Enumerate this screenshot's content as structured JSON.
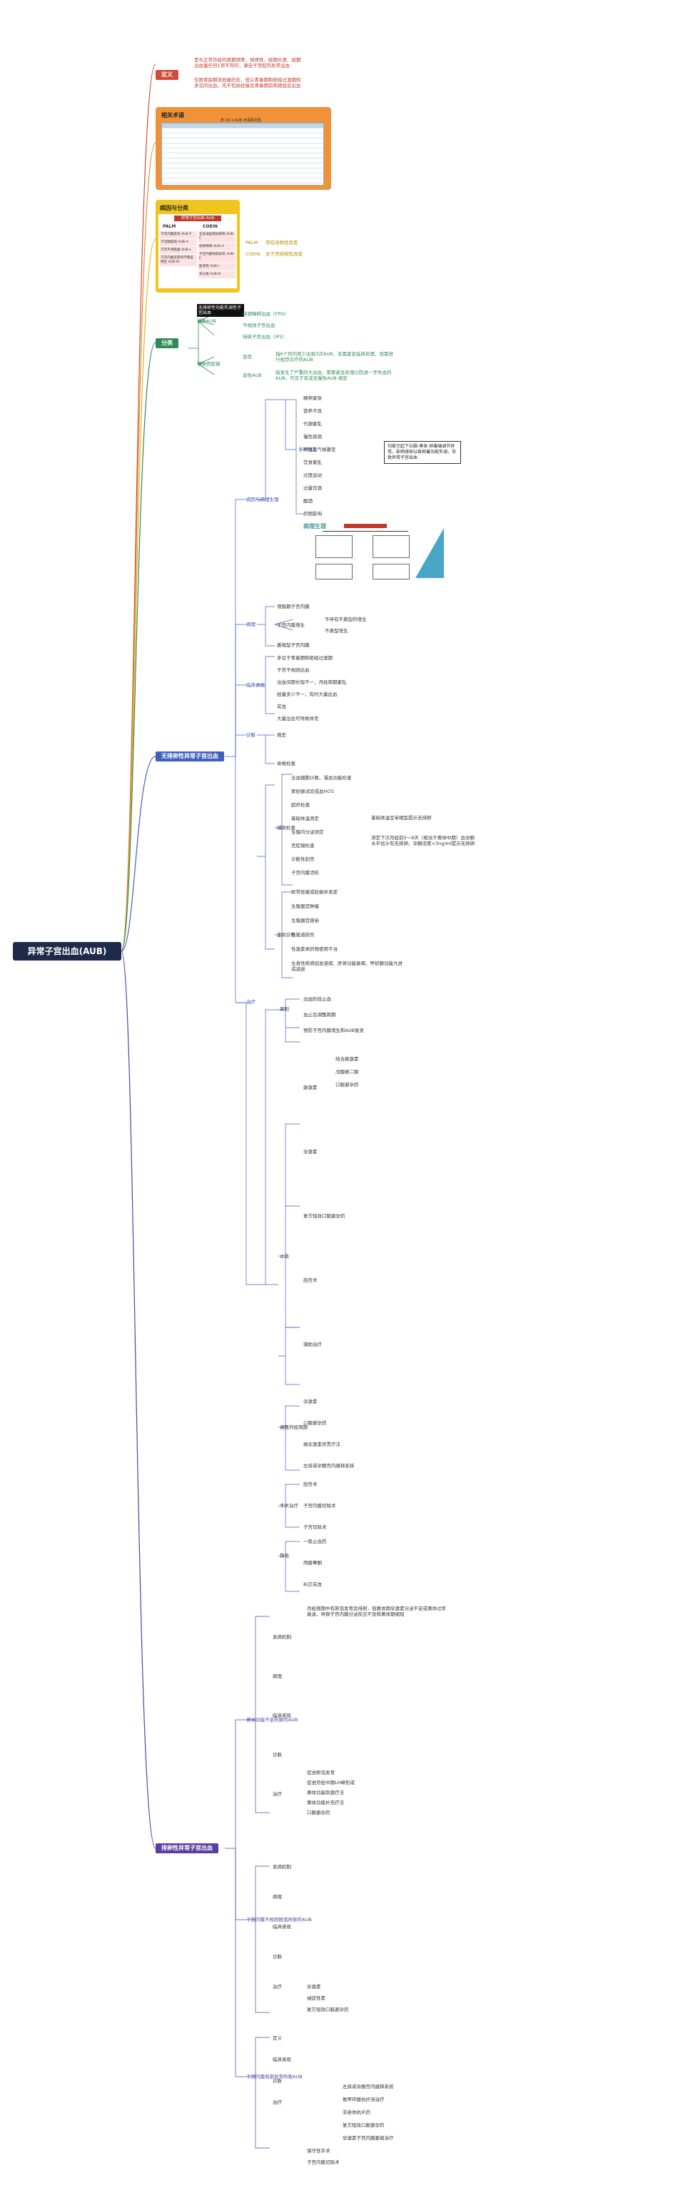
{
  "root": "异常子宫出血(AUB)",
  "definition": {
    "label": "定义",
    "text1": "是与正常月经的周期频率、规律性、经期长度、经期出血量任何1项不符的，源自子宫腔的异常出血",
    "text2": "仅限育龄期非妊娠妇女，但以青春期和绝经过渡期较多见的出血，先不包括妊娠及青春期前和绝经后出血"
  },
  "terms": {
    "label": "相关术语",
    "table_caption": "表 18-1 AUB 术语和范围"
  },
  "classification_panel": {
    "label": "病因与分类",
    "header": "异常子宫出血 AUB",
    "left_title": "PALM",
    "right_title": "COEIN",
    "left_rows": [
      "子宫内膜息肉 AUB-P",
      "子宫腺肌病 AUB-A",
      "子宫平滑肌瘤 AUB-L",
      "子宫内膜恶变和不典型增生 AUB-M"
    ],
    "right_rows": [
      "全身凝血相关疾病 AUB-C",
      "排卵障碍 AUB-O",
      "子宫内膜局部异常 AUB-E",
      "医源性 AUB-I",
      "未分类 AUB-N"
    ],
    "side": [
      {
        "key": "PALM",
        "text": "存在结构性改变"
      },
      {
        "key": "COEIN",
        "text": "无子宫结构性改变"
      }
    ]
  },
  "fenlei": {
    "label": "分类",
    "black_box": "无排卵性功能失调性子宫出血",
    "items": [
      {
        "group": "慢性AUB",
        "children": [
          "排卵障碍出血（FPO）",
          "不规则子宫出血",
          "持续子宫出血（IPS）"
        ]
      },
      {
        "group": "慢性宫腔镜",
        "children": []
      },
      {
        "group": "急性",
        "children": [
          "指6个月内至少出现3次AUB，无需紧急临床处理，但需进行规范诊疗的AUB"
        ]
      },
      {
        "group": "急性AUB",
        "children": [
          "指发生了严重的大出血，需要紧急处理以防进一步失血的AUB，可见于有或无慢性AUB 病史"
        ]
      }
    ]
  },
  "anovulatory": {
    "label": "无排卵性异常子宫出血",
    "etiology": {
      "label": "病因与病理生理",
      "causes_label": "多种因素",
      "causes": [
        "精神紧张",
        "营养不良",
        "代谢紊乱",
        "慢性疾病",
        "环境及气候骤变",
        "饮食紊乱",
        "过度运动",
        "过量饮酒",
        "酗酒",
        "药物影响"
      ],
      "note": "均能引起下丘脑-垂体-卵巢轴调节异常，影响排卵以致卵巢功能失调，导致异常子宫出血",
      "mech_label": "病理生理"
    },
    "endometrium": {
      "label": "病理",
      "items": [
        "增殖期子宫内膜",
        "子宫内膜增生",
        "萎缩型子宫内膜"
      ],
      "sub": [
        "不伴有不典型的增生",
        "不典型增生"
      ]
    },
    "clinical": {
      "label": "临床表现",
      "items": [
        "多见于青春期和绝经过渡期",
        "子宫不规则出血",
        "出血间期长短不一，月经周期紊乱",
        "经量多少不一，有时大量出血",
        "贫血",
        "大量出血可导致休克"
      ]
    },
    "diagnosis": {
      "label": "诊断",
      "history": [
        "病史",
        "体格检查"
      ],
      "exams_label": "辅助检查",
      "exams": [
        "全血细胞计数、凝血功能检查",
        "尿妊娠试验或血HCG",
        "超声检查",
        "基础体温测定",
        "生殖内分泌测定",
        "宫腔镜检查",
        "诊断性刮宫",
        "子宫内膜活检"
      ],
      "bbt_note": "基础体温呈单相型提示无排卵",
      "hormone_note": "测定下次月经前5～9天（相当于黄体中期）血孕酮水平估计有无排卵，孕酮浓度<3ng/ml提示无排卵",
      "ddx_label": "鉴别诊断",
      "ddx": [
        "异常妊娠或妊娠并发症",
        "生殖器官肿瘤",
        "生殖器官感染",
        "生殖道损伤",
        "性激素类药物使用不当",
        "全身性疾病如血液病、肝肾功能衰竭、甲状腺功能亢进或减退"
      ]
    },
    "treatment": {
      "label": "治疗",
      "principle_label": "原则",
      "principles": [
        "出血阶段止血",
        "血止后调整周期",
        "预防子宫内膜增生和AUB复发"
      ],
      "hemostasis_label": "止血",
      "hemostasis": [
        "雌激素",
        "孕激素",
        "复方短效口服避孕药",
        "刮宫术",
        "辅助治疗"
      ],
      "hormones": [
        "结合雌激素",
        "戊酸雌二醇",
        "口服避孕药"
      ],
      "cycle_label": "调整月经周期",
      "cycle": [
        "孕激素",
        "口服避孕药",
        "雌孕激素序贯疗法",
        "左炔诺孕酮宫内缓释系统"
      ],
      "surgery_label": "手术治疗",
      "surgery": [
        "刮宫术",
        "子宫内膜切除术",
        "子宫切除术"
      ],
      "other_label": "其他",
      "other": [
        "一般止血药",
        "丙酸睾酮",
        "纠正贫血"
      ]
    }
  },
  "ovulatory": {
    "label": "排卵性异常子宫出血",
    "luteal": {
      "label": "黄体功能不足所致的AUB",
      "definition": "月经周期中有卵泡发育及排卵，但黄体期孕激素分泌不足或黄体过早衰退，导致子宫内膜分泌反应不良和黄体期缩短",
      "items": [
        "发病机制",
        "病理",
        "临床表现",
        "诊断",
        "治疗"
      ],
      "treatment": [
        "促进卵泡发育",
        "促进月经中期LH峰形成",
        "黄体功能刺激疗法",
        "黄体功能补充疗法",
        "口服避孕药"
      ]
    },
    "shedding": {
      "label": "子宫内膜不规则脱落所致的AUB",
      "items": [
        "发病机制",
        "病理",
        "临床表现",
        "诊断",
        "治疗"
      ],
      "treatment": [
        "孕激素",
        "绒促性素",
        "复方短效口服避孕药"
      ]
    },
    "local": {
      "label": "子宫内膜局部异常所致AUB",
      "items": [
        "定义",
        "临床表现",
        "诊断",
        "治疗"
      ],
      "treatment": [
        "左炔诺孕酮宫内缓释系统",
        "氨甲环酸抗纤溶治疗",
        "非甾体抗炎药",
        "复方短效口服避孕药",
        "孕激素子宫内膜萎缩治疗"
      ],
      "surgery": [
        "保守性手术",
        "子宫内膜切除术"
      ]
    }
  }
}
